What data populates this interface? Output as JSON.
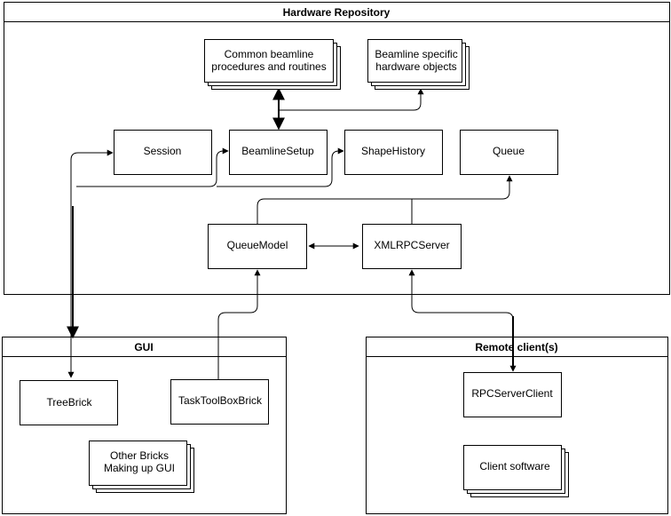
{
  "containers": {
    "hardware_repository": {
      "title": "Hardware Repository"
    },
    "gui": {
      "title": "GUI"
    },
    "remote_clients": {
      "title": "Remote client(s)"
    }
  },
  "nodes": {
    "common_procedures": {
      "line1": "Common beamline",
      "line2": "procedures and routines"
    },
    "beamline_specific": {
      "line1": "Beamline specific",
      "line2": "hardware objects"
    },
    "session": {
      "label": "Session"
    },
    "beamline_setup": {
      "label": "BeamlineSetup"
    },
    "shape_history": {
      "label": "ShapeHistory"
    },
    "queue": {
      "label": "Queue"
    },
    "queue_model": {
      "label": "QueueModel"
    },
    "xmlrpc_server": {
      "label": "XMLRPCServer"
    },
    "tree_brick": {
      "label": "TreeBrick"
    },
    "tasktoolbox_brick": {
      "label": "TaskToolBoxBrick"
    },
    "other_bricks": {
      "line1": "Other Bricks",
      "line2": "Making up GUI"
    },
    "rpc_server_client": {
      "label": "RPCServerClient"
    },
    "client_software": {
      "label": "Client software"
    }
  }
}
